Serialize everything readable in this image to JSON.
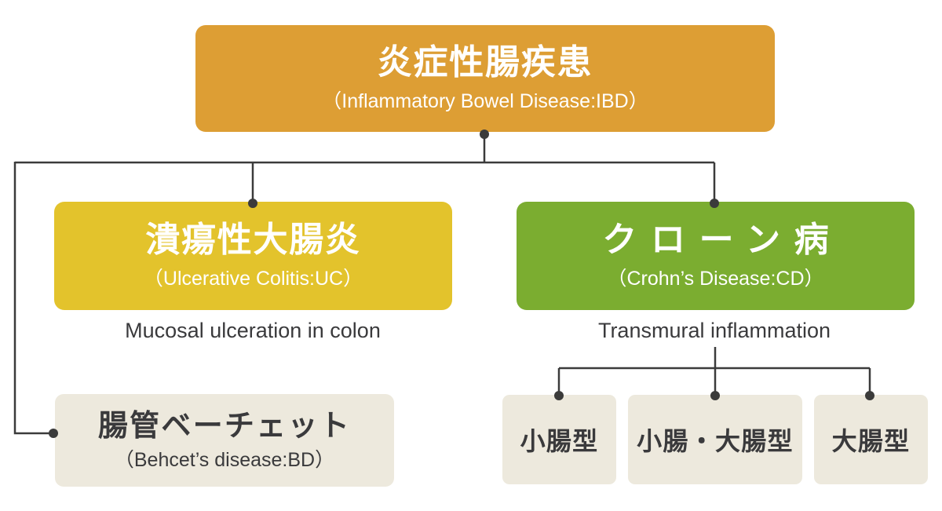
{
  "palette": {
    "orange": "#DD9E34",
    "yellow": "#E3C32C",
    "green": "#7BAD30",
    "beige": "#EDE9DD",
    "text_dark": "#3A3A3C",
    "line": "#3B3B3B",
    "white": "#FFFFFF",
    "bg": "#FFFFFF"
  },
  "diagram": {
    "type": "hierarchy-flowchart",
    "root": {
      "title": "炎症性腸疾患",
      "subtitle": "（Inflammatory Bowel Disease:IBD）"
    },
    "uc": {
      "title": "潰瘍性大腸炎",
      "subtitle": "（Ulcerative Colitis:UC）",
      "caption": "Mucosal ulceration in colon"
    },
    "cd": {
      "title": "クローン病",
      "subtitle": "（Crohn’s Disease:CD）",
      "caption": "Transmural inflammation"
    },
    "bd": {
      "title": "腸管ベーチェット",
      "subtitle": "（Behcet’s disease:BD）"
    },
    "cd_types": [
      {
        "label": "小腸型"
      },
      {
        "label": "小腸・大腸型"
      },
      {
        "label": "大腸型"
      }
    ]
  }
}
